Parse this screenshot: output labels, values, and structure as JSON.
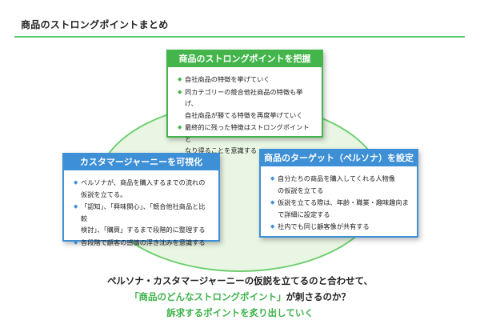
{
  "page_title": "商品のストロングポイントまとめ",
  "colors": {
    "green": "#43b54b",
    "blue": "#3d8fd6",
    "ellipse_fill": "#eaf6e4",
    "ellipse_border": "#6fcf72"
  },
  "cards": {
    "top": {
      "title": "商品のストロングポイントを把握",
      "items": [
        "自社商品の特徴を挙げていく",
        "同カテゴリーの競合他社商品の特徴も挙げ、\n自社商品が勝てる特徴を再度挙げていく",
        "最終的に残った特徴はストロングポイントと\nなり得ることを意識する"
      ]
    },
    "left": {
      "title": "カスタマージャーニーを可視化",
      "items": [
        "ペルソナが、商品を購入するまでの流れの\n仮説を立てる。",
        "「認知」、「興味関心」、「競合他社商品と比較\n検討」、「購買」するまで段階的に整理する",
        "各段階で顧客の感情の浮き沈みを意識する"
      ]
    },
    "right": {
      "title": "商品のターゲット（ペルソナ）を設定",
      "items": [
        "自分たちの商品を購入してくれる人物像\nの仮説を立てる",
        "仮説を立てる際は、年齢・職業・趣味趣向まで詳細に設定する",
        "社内でも同じ顧客像が共有する"
      ]
    }
  },
  "conclusion": {
    "line1": "ペルソナ・カスタマージャーニーの仮説を立てるのと合わせて、",
    "line2_highlight": "「商品のどんなストロングポイント」",
    "line2_rest": "が刺さるのか？",
    "line3": "訴求するポイントを炙り出していく"
  }
}
